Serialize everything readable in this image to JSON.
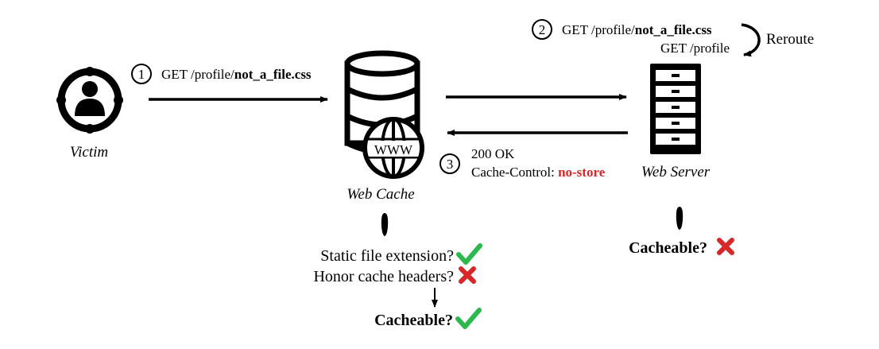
{
  "victim": {
    "label": "Victim"
  },
  "web_cache": {
    "label": "Web Cache"
  },
  "web_server": {
    "label": "Web Server"
  },
  "step1": {
    "number": "1",
    "request_prefix": "GET /profile/",
    "request_bold": "not_a_file.css"
  },
  "step2": {
    "number": "2",
    "request_prefix": "GET /profile/",
    "request_bold": "not_a_file.css",
    "rerouted_request": "GET /profile",
    "reroute_label": "Reroute"
  },
  "step3": {
    "number": "3",
    "status": "200 OK",
    "header_prefix": "Cache-Control: ",
    "header_value": "no-store"
  },
  "cache_checks": {
    "static_extension": "Static file extension?",
    "honor_headers": "Honor cache headers?",
    "result": "Cacheable?"
  },
  "server_checks": {
    "result": "Cacheable?"
  },
  "globe_text": "WWW",
  "colors": {
    "check": "#2db84d",
    "cross": "#d62828",
    "no_store": "#d62828"
  },
  "icons": {
    "victim": "victim-target-icon",
    "cache": "database-globe-icon",
    "server": "server-rack-icon",
    "check": "check-icon",
    "cross": "cross-icon"
  }
}
